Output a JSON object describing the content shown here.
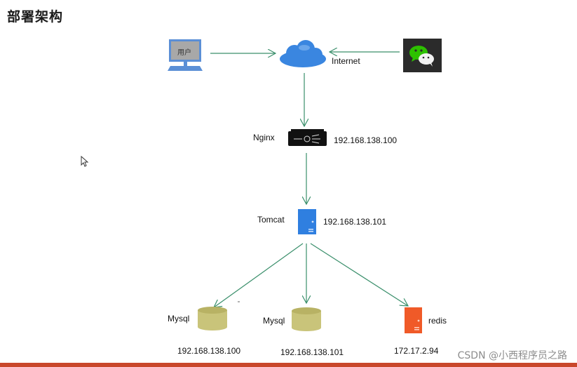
{
  "title": "部署架构",
  "user_pc": {
    "label": "用户"
  },
  "internet": {
    "label": "Internet"
  },
  "nginx": {
    "label": "Nginx",
    "ip": "192.168.138.100"
  },
  "tomcat": {
    "label": "Tomcat",
    "ip": "192.168.138.101"
  },
  "mysql1": {
    "label": "Mysql",
    "ip": "192.168.138.100"
  },
  "mysql2": {
    "label": "Mysql",
    "ip": "192.168.138.101"
  },
  "redis": {
    "label": "redis",
    "ip": "172.17.2.94"
  },
  "watermark": "CSDN @小西程序员之路",
  "colors": {
    "arrow": "#3a8f6b",
    "cloud": "#3a86e0",
    "db": "#c9c47a",
    "server": "#2f7fe0",
    "redis": "#f05a28",
    "bottom_bar": "#c9472b"
  }
}
